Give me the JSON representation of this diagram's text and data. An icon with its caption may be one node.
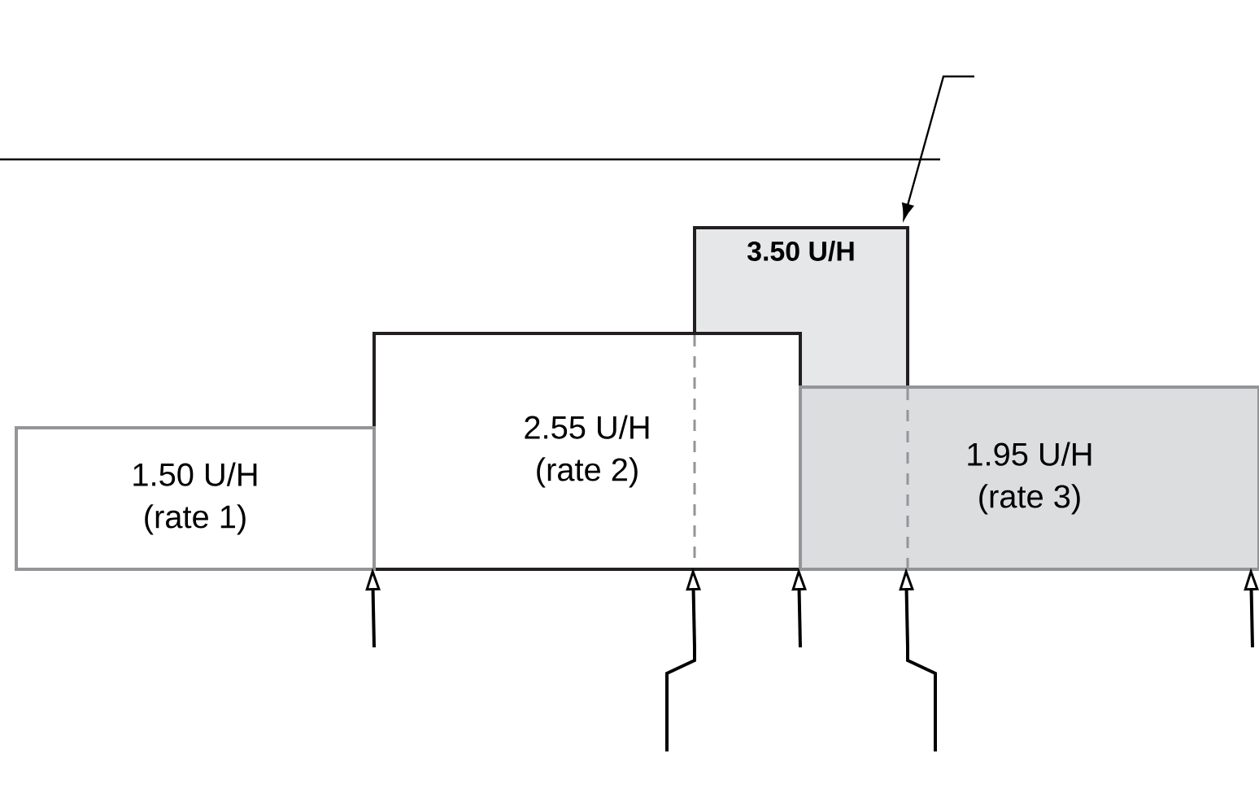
{
  "diagram": {
    "nodes": [
      {
        "text": [
          "1.50 U/H (rate 1)"
        ]
      },
      {
        "text": [
          "2.55 U/H (rate 2)"
        ]
      },
      {
        "text": [
          "**3.50 U/H**"
        ]
      },
      {
        "text": [
          "1.95 U/H (rate 3)"
        ]
      }
    ],
    "edges": [
      {
        "from": null,
        "to": 2,
        "arrow": "to"
      },
      {
        "from": null,
        "to": 1,
        "arrow": "to"
      },
      {
        "from": null,
        "to": 1,
        "arrow": "to"
      },
      {
        "from": null,
        "to": 3,
        "arrow": "to"
      },
      {
        "from": null,
        "to": 3,
        "arrow": "to"
      },
      {
        "from": null,
        "to": 3,
        "arrow": "to"
      }
    ]
  }
}
